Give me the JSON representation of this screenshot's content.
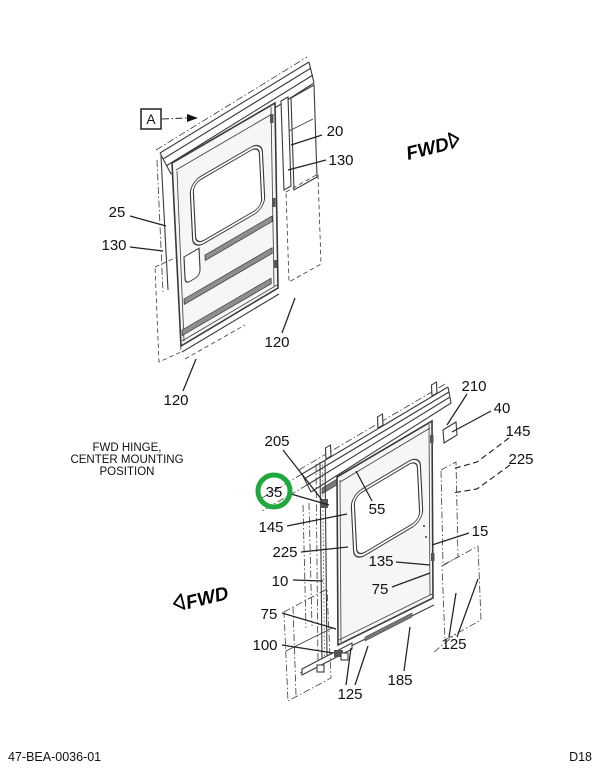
{
  "colors": {
    "line": "#3a3a3a",
    "label": "#111111",
    "highlight": "#1fa83e",
    "panel": "#f6f6f6",
    "strip": "#8f8f8f"
  },
  "footer": {
    "doc_number": "47-BEA-0036-01",
    "page_code": "D18"
  },
  "upper_view": {
    "detail_marker": "A",
    "fwd_marker": "FWD",
    "labels": [
      {
        "text": "20"
      },
      {
        "text": "130"
      },
      {
        "text": "25"
      },
      {
        "text": "130"
      },
      {
        "text": "120"
      },
      {
        "text": "120"
      }
    ]
  },
  "lower_view": {
    "caption": [
      "FWD HINGE,",
      "CENTER MOUNTING",
      "POSITION"
    ],
    "fwd_marker": "FWD",
    "highlight_label": "35",
    "labels": [
      {
        "text": "210"
      },
      {
        "text": "40"
      },
      {
        "text": "145"
      },
      {
        "text": "225"
      },
      {
        "text": "205"
      },
      {
        "text": "55"
      },
      {
        "text": "145"
      },
      {
        "text": "225"
      },
      {
        "text": "10"
      },
      {
        "text": "75"
      },
      {
        "text": "100"
      },
      {
        "text": "15"
      },
      {
        "text": "135"
      },
      {
        "text": "75"
      },
      {
        "text": "125"
      },
      {
        "text": "185"
      },
      {
        "text": "125"
      }
    ]
  }
}
